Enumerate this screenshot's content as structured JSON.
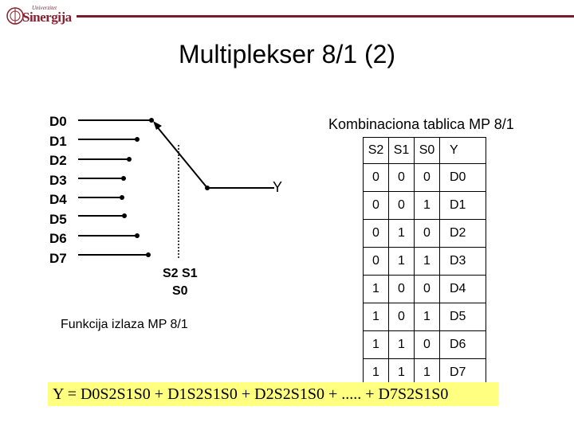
{
  "header": {
    "logo_small": "Univerzitet",
    "logo_name": "Sinergija"
  },
  "title": "Multiplekser 8/1 (2)",
  "inputs": [
    "D0",
    "D1",
    "D2",
    "D3",
    "D4",
    "D5",
    "D6",
    "D7"
  ],
  "output_label": "Y",
  "selectors": {
    "line1": "S2 S1",
    "line2": "S0"
  },
  "func_caption": "Funkcija izlaza MP 8/1",
  "table": {
    "title": "Kombinaciona tablica MP 8/1",
    "headers": [
      "S2",
      "S1",
      "S0",
      "Y"
    ],
    "rows": [
      [
        "0",
        "0",
        "0",
        "D0"
      ],
      [
        "0",
        "0",
        "1",
        "D1"
      ],
      [
        "0",
        "1",
        "0",
        "D2"
      ],
      [
        "0",
        "1",
        "1",
        "D3"
      ],
      [
        "1",
        "0",
        "0",
        "D4"
      ],
      [
        "1",
        "0",
        "1",
        "D5"
      ],
      [
        "1",
        "1",
        "0",
        "D6"
      ],
      [
        "1",
        "1",
        "1",
        "D7"
      ]
    ]
  },
  "formula": "Y = D0S2S1S0 + D1S2S1S0 + D2S2S1S0 + ..... + D7S2S1S0",
  "colors": {
    "brand": "#7b1a2a",
    "formula_bg": "#ffff80"
  }
}
